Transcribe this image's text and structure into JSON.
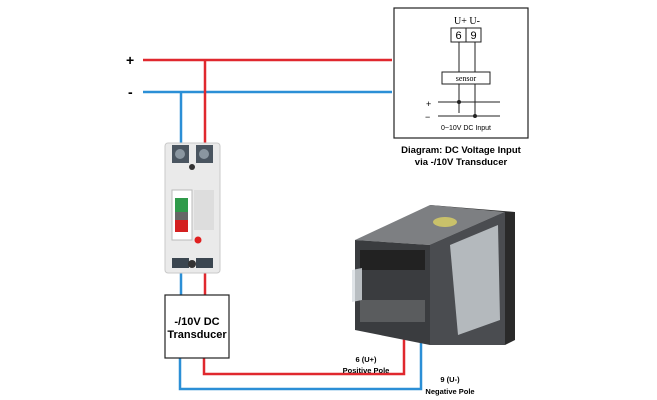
{
  "supply": {
    "plus_label": "+",
    "minus_label": "-"
  },
  "inset": {
    "terminal_labels": "U+ U-",
    "terminal_6": "6",
    "terminal_9": "9",
    "sensor_label": "sensor",
    "plus_label": "+",
    "minus_label": "−",
    "input_label": "0~10V DC Input",
    "caption_line1": "Diagram: DC Voltage Input",
    "caption_line2": "via -/10V Transducer"
  },
  "transducer": {
    "line1": "-/10V DC",
    "line2": "Transducer"
  },
  "wires": {
    "positive_label": "6 (U+)",
    "positive_sub": "Positive Pole",
    "negative_label": "9 (U-)",
    "negative_sub": "Negative Pole"
  },
  "colors": {
    "positive": "#e0282e",
    "negative": "#2b8fd6"
  }
}
